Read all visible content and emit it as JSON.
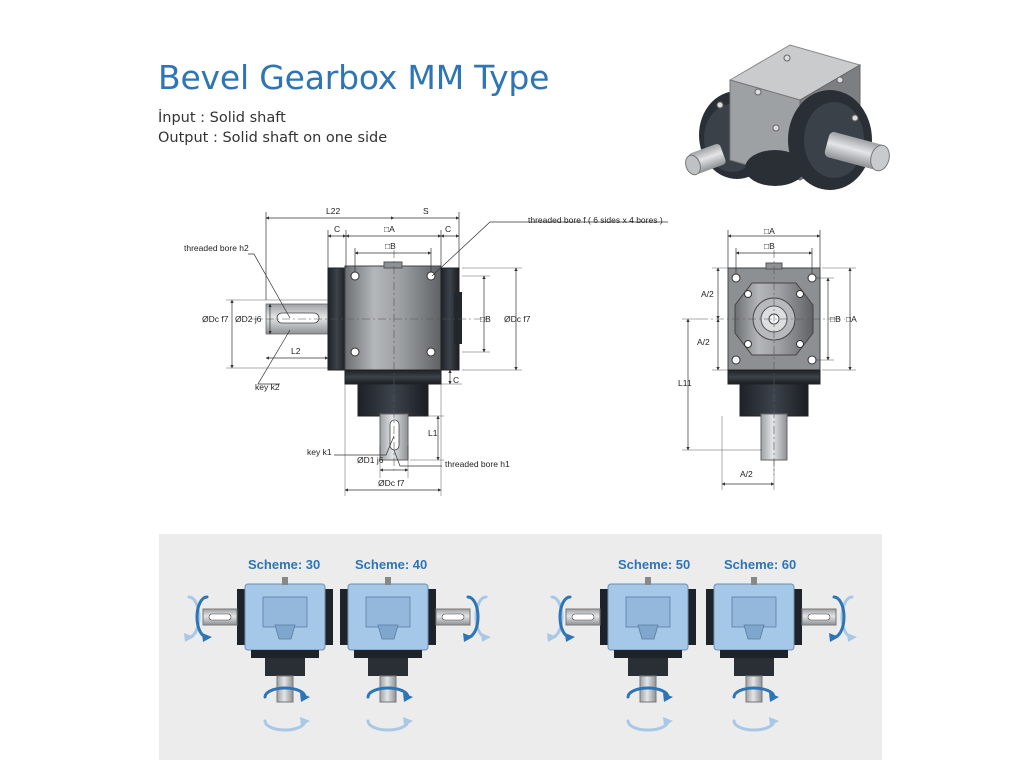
{
  "title": "Bevel Gearbox MM Type",
  "subtitle_input": "İnput : Solid shaft",
  "subtitle_output": "Output : Solid shaft on one side",
  "front_view": {
    "L22": "L22",
    "S": "S",
    "C_top_left": "C",
    "C_top_right": "C",
    "C_bottom": "C",
    "A_square": "□A",
    "B_square": "□B",
    "threaded_bore_h2": "threaded bore h2",
    "Dc_left": "ØDc f7",
    "D2": "ØD2 j6",
    "B_right": "□B",
    "Dc_right": "ØDc f7",
    "L2": "L2",
    "key_k2": "key k2",
    "L1": "L1",
    "key_k1": "key k1",
    "D1": "ØD1 j6",
    "threaded_bore_h1": "threaded bore h1",
    "Dc_bottom": "ØDc f7"
  },
  "side_view": {
    "threaded_bore_f": "threaded bore f ( 6 sides x 4 bores )",
    "A_square": "□A",
    "B_square": "□B",
    "A2_top": "A/2",
    "A2_mid": "A/2",
    "B_right": "□B",
    "A_right": "□A",
    "L11": "L11",
    "A2_bottom": "A/2"
  },
  "schemes": [
    {
      "label": "Scheme: 30"
    },
    {
      "label": "Scheme: 40"
    },
    {
      "label": "Scheme: 50"
    },
    {
      "label": "Scheme: 60"
    }
  ],
  "colors": {
    "title": "#2e75b6",
    "scheme_label": "#2e75b6",
    "gearbox_blue": "#a6c8e8",
    "arrow_blue": "#2e75b6",
    "arrow_light": "#a9c8e6",
    "panel_bg": "#ececec"
  }
}
